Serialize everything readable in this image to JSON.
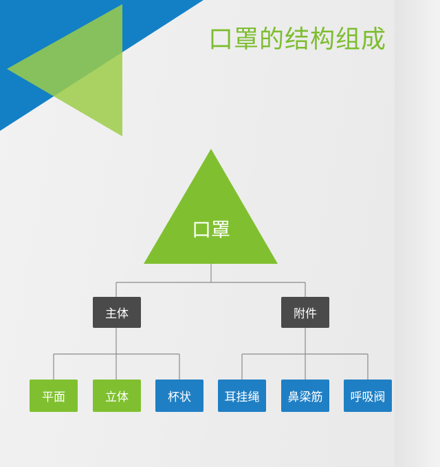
{
  "title": "口罩的结构组成",
  "colors": {
    "accent_green": "#80c030",
    "accent_blue": "#1f7fc4",
    "node_dark": "#4a4a4a",
    "title_green": "#7dbd2f"
  },
  "tree": {
    "root": "口罩",
    "branches": [
      {
        "label": "主体",
        "children": [
          {
            "label": "平面",
            "color": "green"
          },
          {
            "label": "立体",
            "color": "green"
          },
          {
            "label": "杯状",
            "color": "blue"
          }
        ]
      },
      {
        "label": "附件",
        "children": [
          {
            "label": "耳挂绳",
            "color": "blue"
          },
          {
            "label": "鼻梁筋",
            "color": "blue"
          },
          {
            "label": "呼吸阀",
            "color": "blue"
          }
        ]
      }
    ]
  }
}
